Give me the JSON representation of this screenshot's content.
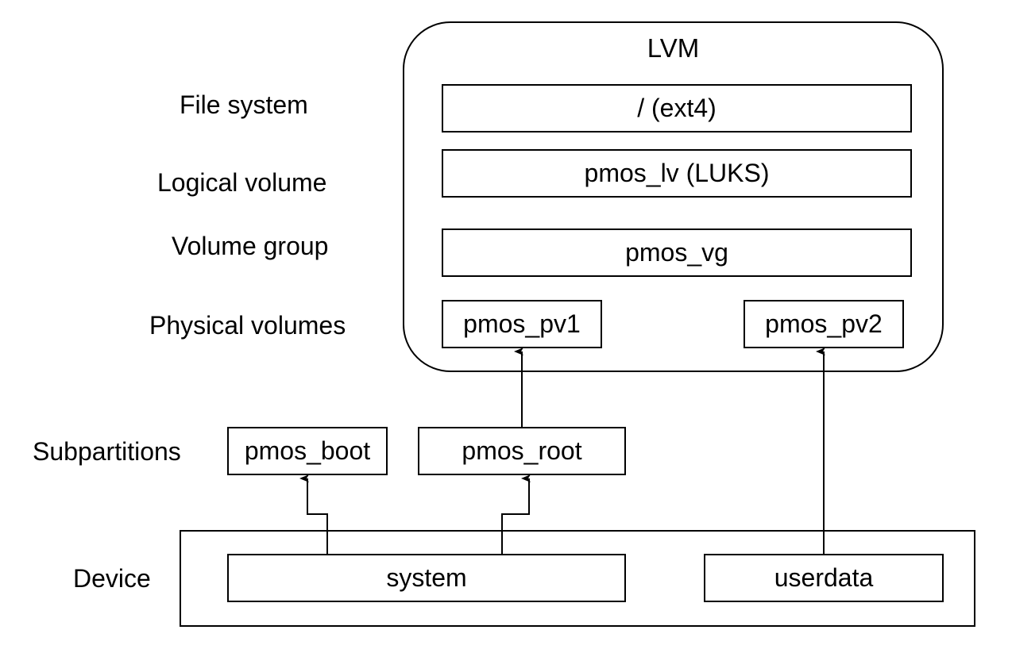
{
  "layers": {
    "filesystem": "File system",
    "logical_volume": "Logical volume",
    "volume_group": "Volume group",
    "physical_volumes": "Physical volumes",
    "subpartitions": "Subpartitions",
    "device": "Device"
  },
  "lvm": {
    "title": "LVM",
    "filesystem": "/ (ext4)",
    "logical_volume": "pmos_lv (LUKS)",
    "volume_group": "pmos_vg",
    "pv1": "pmos_pv1",
    "pv2": "pmos_pv2"
  },
  "subpartitions": {
    "boot": "pmos_boot",
    "root": "pmos_root"
  },
  "device": {
    "system": "system",
    "userdata": "userdata"
  },
  "edges": [
    {
      "from": "system",
      "to": "pmos_boot"
    },
    {
      "from": "system",
      "to": "pmos_root"
    },
    {
      "from": "pmos_root",
      "to": "pmos_pv1"
    },
    {
      "from": "userdata",
      "to": "pmos_pv2"
    }
  ]
}
